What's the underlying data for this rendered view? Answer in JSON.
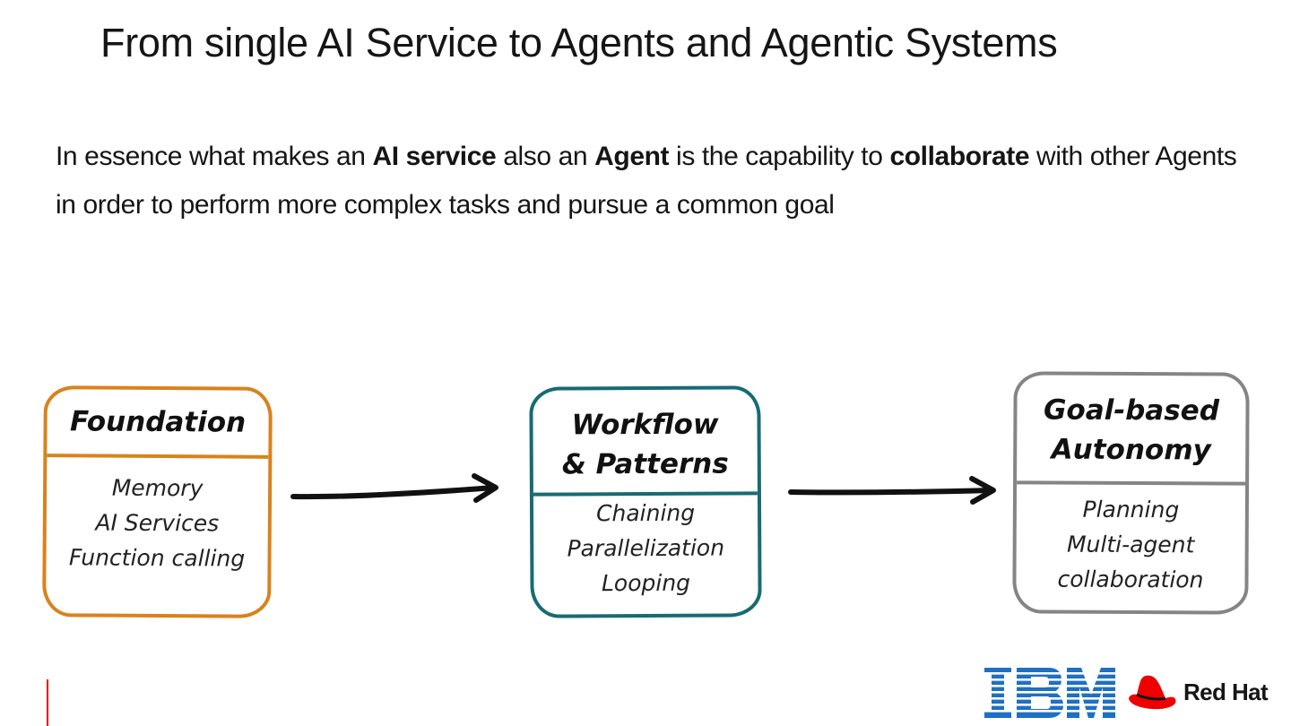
{
  "title": "From single AI Service to Agents and Agentic Systems",
  "intro": {
    "t1": "In essence what makes an ",
    "b1": "AI service",
    "t2": " also an ",
    "b2": "Agent",
    "t3": " is the capability to ",
    "b3": "collaborate",
    "t4": " with other Agents in order to perform more complex tasks and pursue a common goal"
  },
  "boxes": [
    {
      "title_lines": [
        "Foundation"
      ],
      "items": [
        "Memory",
        "AI Services",
        "Function calling"
      ],
      "color": "#d9821d"
    },
    {
      "title_lines": [
        "Workflow",
        "& Patterns"
      ],
      "items": [
        "Chaining",
        "Parallelization",
        "Looping"
      ],
      "color": "#176b73"
    },
    {
      "title_lines": [
        "Goal-based",
        "Autonomy"
      ],
      "items": [
        "Planning",
        "Multi-agent",
        "collaboration"
      ],
      "color": "#858585"
    }
  ],
  "logos": {
    "ibm": "IBM",
    "redhat": "Red Hat"
  },
  "colors": {
    "accent_red": "#ee0000",
    "text": "#151515",
    "ibm_blue": "#1f70c1"
  },
  "icons": [
    "arrow-right-icon",
    "ibm-logo-icon",
    "red-hat-fedora-icon"
  ]
}
